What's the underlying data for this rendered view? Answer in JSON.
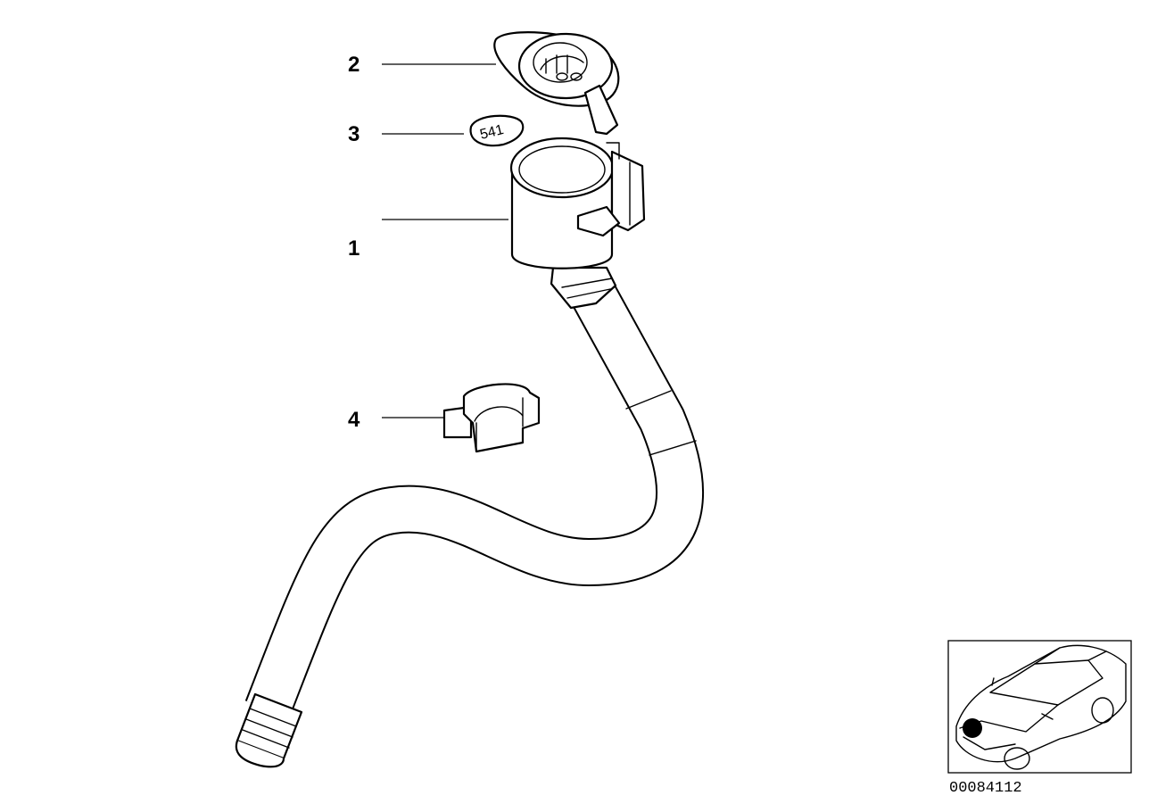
{
  "diagram": {
    "callouts": [
      {
        "number": "2"
      },
      {
        "number": "3"
      },
      {
        "number": "1"
      },
      {
        "number": "4"
      }
    ],
    "marker_label": "541",
    "reference_number": "00084112"
  }
}
